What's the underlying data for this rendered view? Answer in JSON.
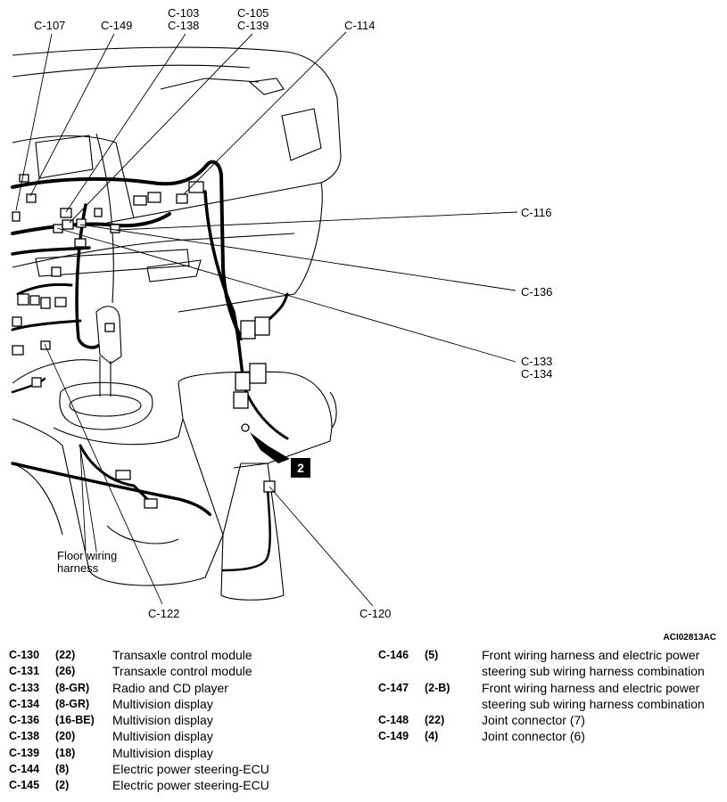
{
  "callouts": {
    "c107": "C-107",
    "c149": "C-149",
    "c103": "C-103",
    "c138": "C-138",
    "c105": "C-105",
    "c139": "C-139",
    "c114": "C-114",
    "c116": "C-116",
    "c136": "C-136",
    "c133": "C-133",
    "c134": "C-134",
    "c122": "C-122",
    "c120": "C-120",
    "floor_harness_line1": "Floor wiring",
    "floor_harness_line2": "harness",
    "marker": "2"
  },
  "figure_id": "ACI02813AC",
  "legend_left": [
    {
      "code": "C-130",
      "pins": "(22)",
      "desc": "Transaxle control module"
    },
    {
      "code": "C-131",
      "pins": "(26)",
      "desc": "Transaxle control module"
    },
    {
      "code": "C-133",
      "pins": "(8-GR)",
      "desc": "Radio and CD player"
    },
    {
      "code": "C-134",
      "pins": "(8-GR)",
      "desc": "Multivision display"
    },
    {
      "code": "C-136",
      "pins": "(16-BE)",
      "desc": "Multivision display"
    },
    {
      "code": "C-138",
      "pins": "(20)",
      "desc": "Multivision display"
    },
    {
      "code": "C-139",
      "pins": "(18)",
      "desc": "Multivision display"
    },
    {
      "code": "C-144",
      "pins": "(8)",
      "desc": "Electric power steering-ECU"
    },
    {
      "code": "C-145",
      "pins": "(2)",
      "desc": "Electric power steering-ECU"
    }
  ],
  "legend_right": [
    {
      "code": "C-146",
      "pins": "(5)",
      "desc": "Front wiring harness and electric power steering sub wiring harness combination"
    },
    {
      "code": "C-147",
      "pins": "(2-B)",
      "desc": "Front wiring harness and electric power steering sub wiring harness combination"
    },
    {
      "code": "C-148",
      "pins": "(22)",
      "desc": "Joint connector (7)"
    },
    {
      "code": "C-149",
      "pins": "(4)",
      "desc": "Joint connector (6)"
    }
  ]
}
